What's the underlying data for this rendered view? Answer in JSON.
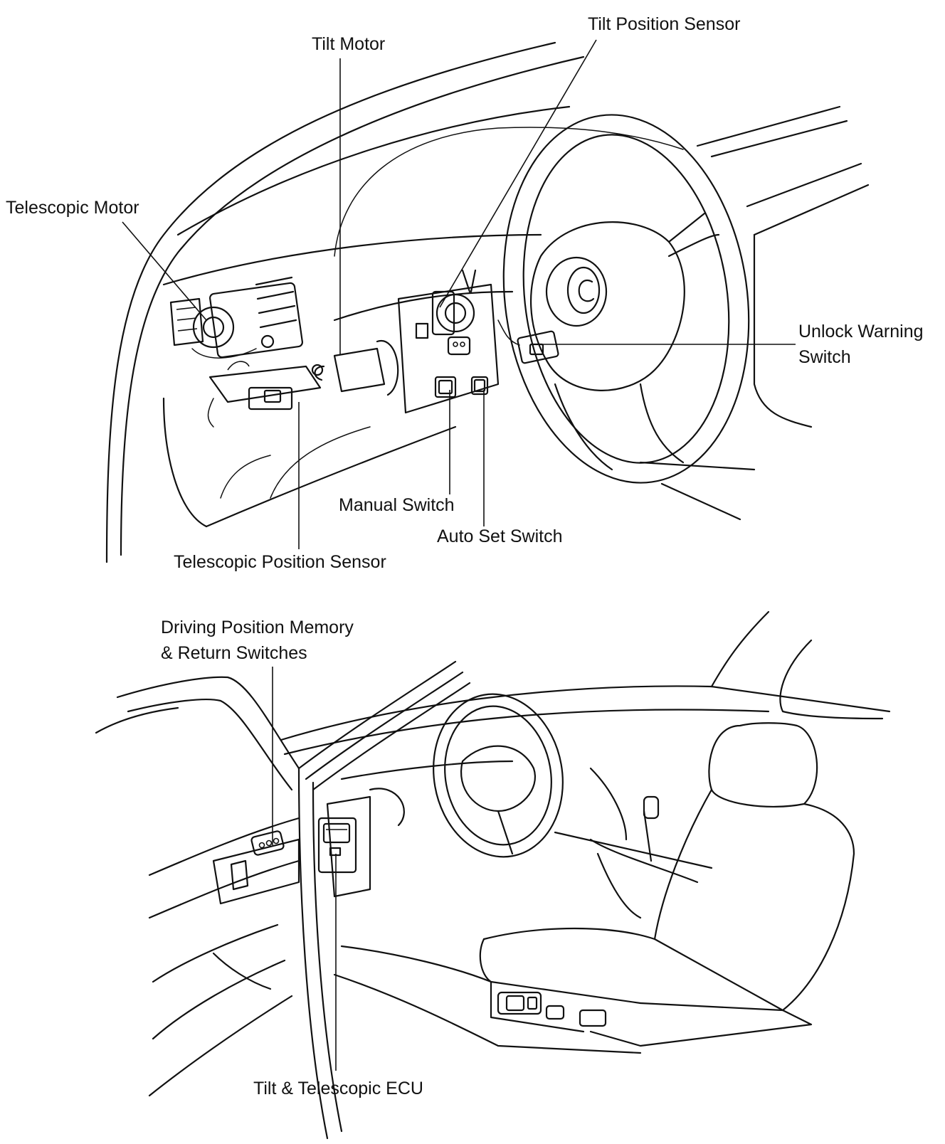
{
  "labels": {
    "tilt_position_sensor": "Tilt Position Sensor",
    "tilt_motor": "Tilt Motor",
    "telescopic_motor": "Telescopic Motor",
    "unlock_warning_switch_1": "Unlock Warning",
    "unlock_warning_switch_2": "Switch",
    "manual_switch": "Manual Switch",
    "auto_set_switch": "Auto Set Switch",
    "telescopic_position_sensor": "Telescopic Position Sensor",
    "driving_position_memory_1": "Driving Position Memory",
    "driving_position_memory_2": "& Return Switches",
    "tilt_telescopic_ecu": "Tilt & Telescopic ECU"
  },
  "colors": {
    "ink": "#111111",
    "paper": "#ffffff"
  }
}
